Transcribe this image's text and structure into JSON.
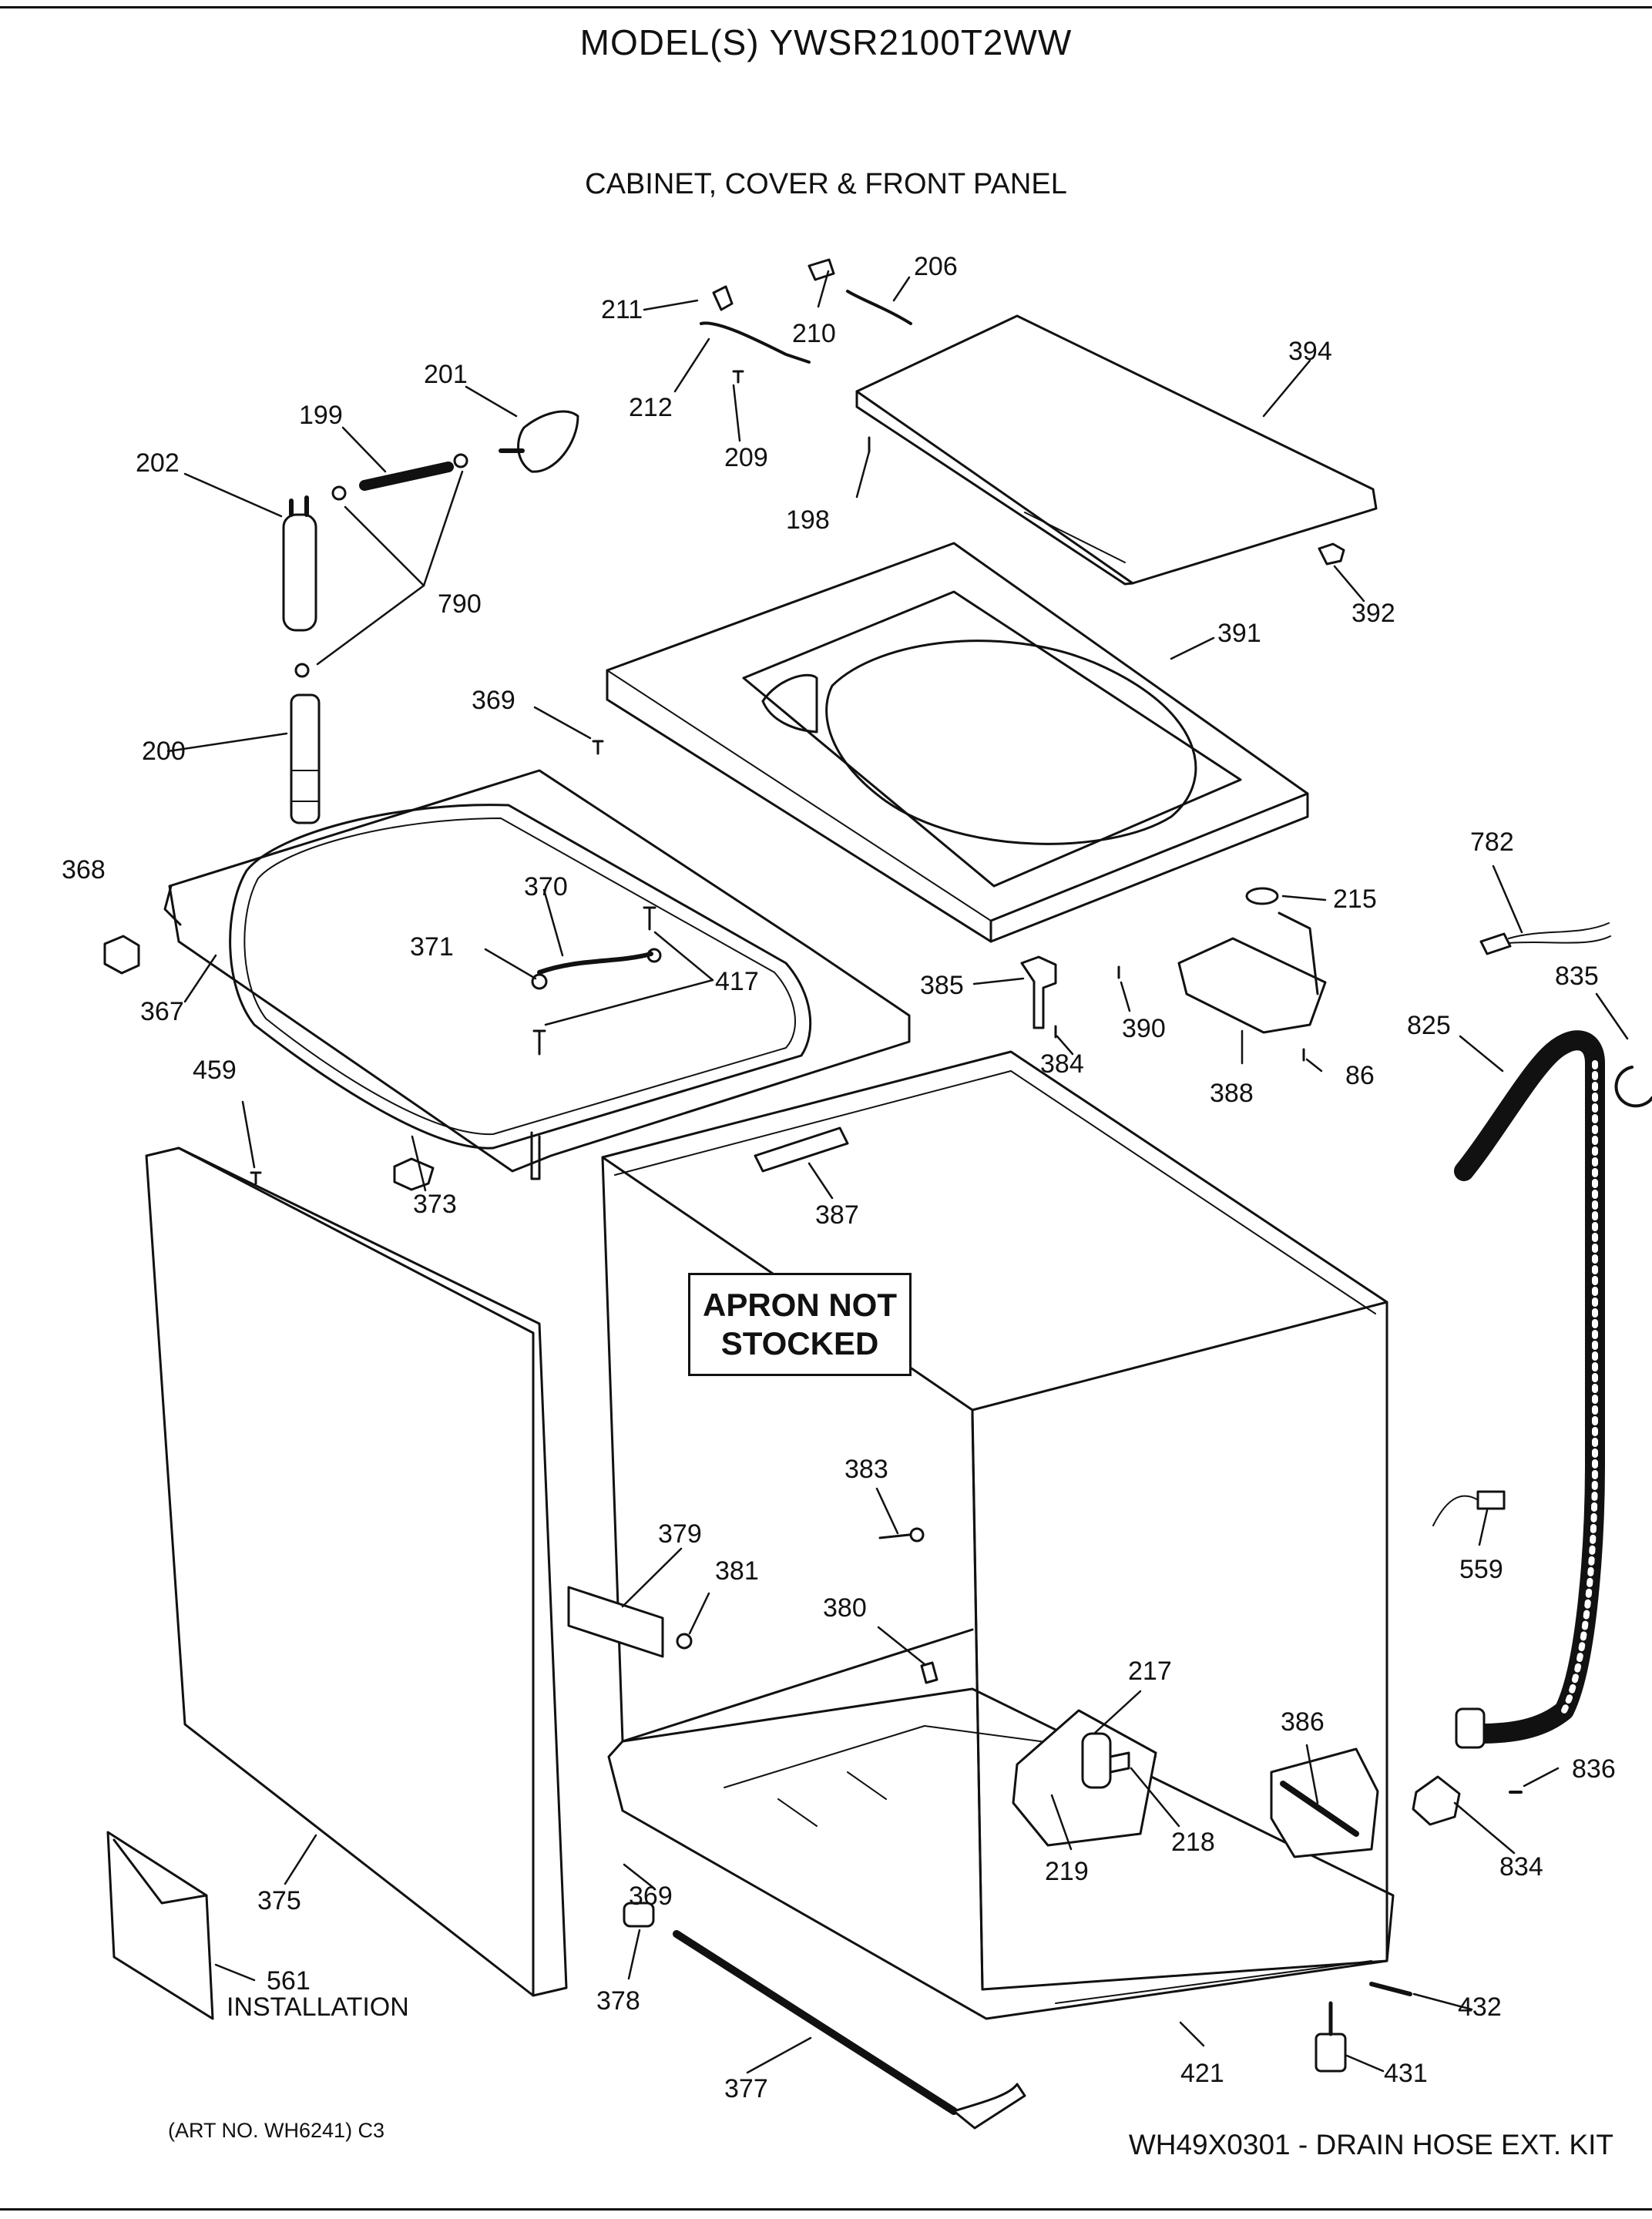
{
  "header": {
    "model_title": "MODEL(S) YWSR2100T2WW",
    "section_title": "CABINET, COVER & FRONT PANEL"
  },
  "callouts": {
    "apron_line1": "APRON NOT",
    "apron_line2": "STOCKED"
  },
  "parts": [
    {
      "number": "211"
    },
    {
      "number": "210"
    },
    {
      "number": "206"
    },
    {
      "number": "212"
    },
    {
      "number": "209"
    },
    {
      "number": "201"
    },
    {
      "number": "199"
    },
    {
      "number": "202"
    },
    {
      "number": "198"
    },
    {
      "number": "394"
    },
    {
      "number": "392"
    },
    {
      "number": "790"
    },
    {
      "number": "391"
    },
    {
      "number": "369"
    },
    {
      "number": "200"
    },
    {
      "number": "368"
    },
    {
      "number": "370"
    },
    {
      "number": "371"
    },
    {
      "number": "417"
    },
    {
      "number": "367"
    },
    {
      "number": "782"
    },
    {
      "number": "215"
    },
    {
      "number": "835"
    },
    {
      "number": "385"
    },
    {
      "number": "390"
    },
    {
      "number": "384"
    },
    {
      "number": "825"
    },
    {
      "number": "388"
    },
    {
      "number": "86"
    },
    {
      "number": "459"
    },
    {
      "number": "373"
    },
    {
      "number": "387"
    },
    {
      "number": "383"
    },
    {
      "number": "379"
    },
    {
      "number": "381"
    },
    {
      "number": "559"
    },
    {
      "number": "380"
    },
    {
      "number": "217"
    },
    {
      "number": "386"
    },
    {
      "number": "836"
    },
    {
      "number": "218"
    },
    {
      "number": "834"
    },
    {
      "number": "219"
    },
    {
      "number": "375"
    },
    {
      "number": "369"
    },
    {
      "number": "561"
    },
    {
      "number": "378"
    },
    {
      "number": "432"
    },
    {
      "number": "421"
    },
    {
      "number": "431"
    },
    {
      "number": "377"
    }
  ],
  "installation_label": "INSTALLATION",
  "footer": {
    "art_number": "(ART NO. WH6241) C3",
    "kit_note": "WH49X0301 - DRAIN HOSE EXT. KIT"
  }
}
